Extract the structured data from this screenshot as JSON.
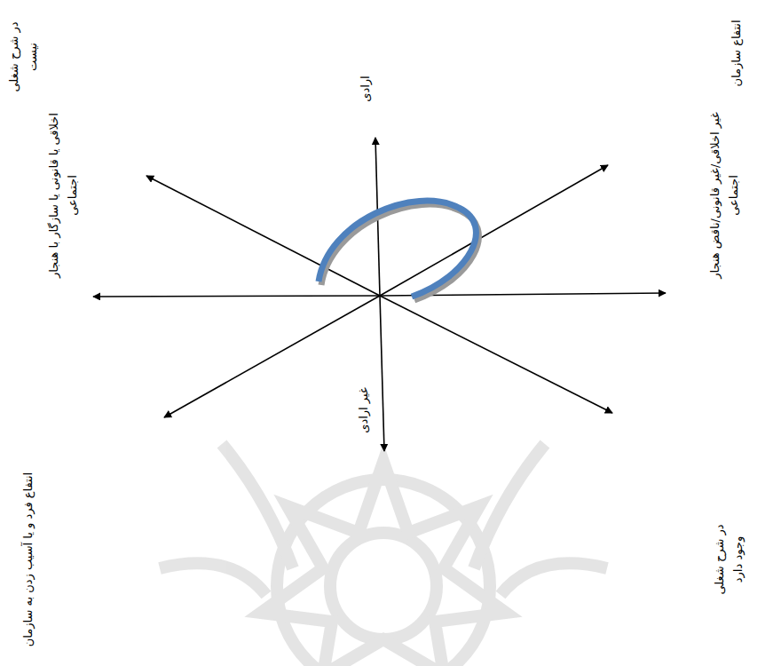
{
  "diagram": {
    "labels": [
      "در شرح شغلی نیست",
      "اخلاقی یا قانونی یا سازگار با هنجار اجتماعی",
      "انتفاع فرد و یا آسیب زدن به سازمان",
      "ارادی",
      "غیر ارادی",
      "انتفاع سازمان",
      "غیر اخلاقی/غیر قانونی/ناقض هنجار اجتماعی",
      "در شرح شغلی وجود دارد"
    ]
  }
}
